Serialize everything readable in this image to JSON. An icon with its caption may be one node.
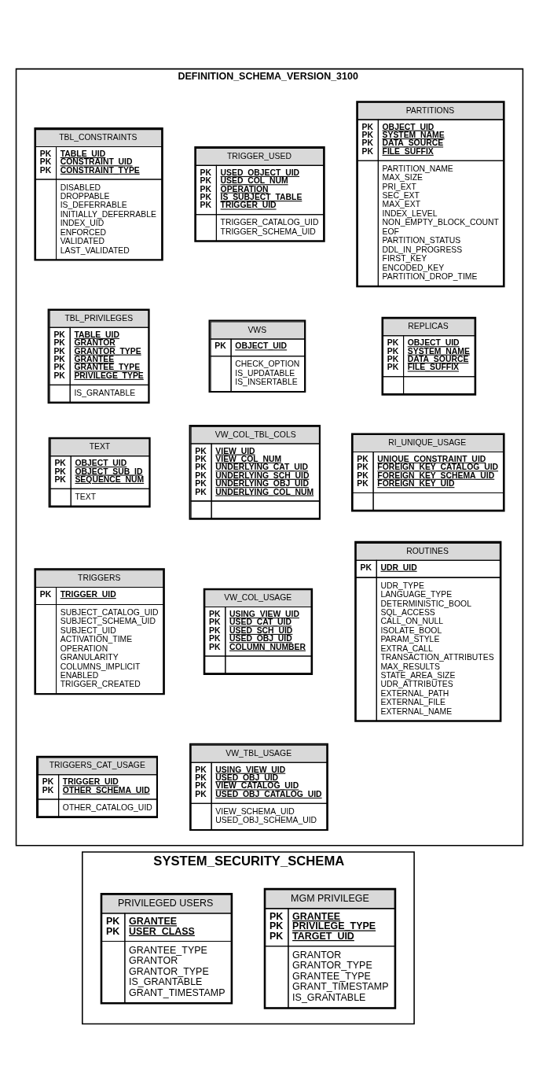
{
  "diagram": {
    "nodes": [
      {
        "text": [
          "DEFINITION_SCHEMA_VERSION_3100"
        ]
      },
      {
        "text": [
          "PARTITIONS",
          "PK PK PK PK",
          "OBJECT_UID SYSTEM_NAME DATA_SOURCE FILE_SUFFIX",
          "PARTITION_NAME MAX_SIZE PRI_EXT SEC_EXT MAX_EXT INDEX_LEVEL NON_EMPTY_BLOCK_COUNT EOF PARTITION_STATUS DDL_IN_PROGRESS FIRST_KEY ENCODED_KEY PARTITION_DROP_TIME"
        ],
        "in": 0
      },
      {
        "text": [
          "REPLICAS",
          "PK PK PK PK",
          "OBJECT_UID SYSTEM_NAME DATA_SOURCE FILE_SUFFIX"
        ],
        "in": 0
      },
      {
        "text": [
          "RI_UNIQUE_USAGE",
          "PK PK PK PK",
          "UNIQUE_CONSTRAINT_UID FOREIGN_KEY_CATALOG_UID FOREIGN_KEY_SCHEMA_UID FOREIGN_KEY_UID"
        ],
        "in": 0
      },
      {
        "text": [
          "ROUTINES",
          "PK",
          "UDR_UID",
          "UDR_TYPE LANGUAGE_TYPE DETERMINISTIC_BOOL SQL_ACCESS CALL_ON_NULL ISOLATE_BOOL PARAM_STYLE EXTRA_CALL TRANSACTION_ATTRIBUTES MAX_RESULTS STATE_AREA_SIZE UDR_ATTRIBUTES EXTERNAL_PATH EXTERNAL_FILE EXTERNAL_NAME"
        ],
        "in": 0
      },
      {
        "text": [
          "TBL_CONSTRAINTS",
          "PK PK PK",
          "TABLE_UID CONSTRAINT_UID CONSTRAINT_TYPE",
          "DISABLED DROPPABLE IS_DEFERRABLE INITIALLY_DEFERRABLE INDEX_UID ENFORCED VALIDATED LAST_VALIDATED"
        ],
        "in": 0
      },
      {
        "text": [
          "TBL_PRIVILEGES",
          "PK PK PK PK PK PK",
          "TABLE_UID GRANTOR GRANTOR_TYPE GRANTEE GRANTEE_TYPE PRIVILEGE_TYPE",
          "IS_GRANTABLE"
        ],
        "in": 0
      },
      {
        "text": [
          "TEXT",
          "PK PK PK",
          "OBJECT_UID OBJECT_SUB_ID SEQUENCE_NUM",
          "TEXT"
        ],
        "in": 0
      },
      {
        "text": [
          "TRIGGERS",
          "PK",
          "TRIGGER_UID",
          "SUBJECT_CATALOG_UID SUBJECT_SCHEMA_UID SUBJECT_UID ACTIVATION_TIME OPERATION GRANULARITY COLUMNS_IMPLICIT ENABLED TRIGGER_CREATED"
        ],
        "in": 0
      },
      {
        "text": [
          "TRIGGERS_CAT_USAGE",
          "PK PK",
          "TRIGGER_UID OTHER_SCHEMA_UID",
          "OTHER_CATALOG_UID"
        ],
        "in": 0
      },
      {
        "text": [
          "TRIGGER_USED",
          "PK PK PK PK PK",
          "USED_OBJECT_UID USED_COL_NUM OPERATION IS_SUBJECT_TABLE TRIGGER_UID",
          "TRIGGER_CATALOG_UID TRIGGER_SCHEMA_UID"
        ],
        "in": 0
      },
      {
        "text": [
          "VWS",
          "PK",
          "OBJECT_UID",
          "CHECK_OPTION IS_UPDATABLE IS_INSERTABLE"
        ],
        "in": 0
      },
      {
        "text": [
          "VW_COL_TBL_COLS",
          "PK PK PK PK PK PK",
          "VIEW_UID VIEW_COL_NUM UNDERLYING_CAT_UID UNDERLYING_SCH_UID UNDERLYING_OBJ_UID UNDERLYING_COL_NUM"
        ],
        "in": 0
      },
      {
        "text": [
          "VW_COL_USAGE",
          "PK PK PK PK PK",
          "USING_VIEW_UID USED_CAT_UID USED_SCH_UID USED_OBJ_UID COLUMN_NUMBER"
        ],
        "in": 0
      },
      {
        "text": [
          "VW_TBL_USAGE",
          "PK PK PK PK",
          "USING_VIEW_UID USED_OBJ_UID VIEW_CATALOG_UID USED_OBJ_CATALOG_UID",
          "VIEW_SCHEMA_UID USED_OBJ_SCHEMA_UID"
        ],
        "in": 0
      },
      {
        "text": [
          "SYSTEM_SECURITY_SCHEMA"
        ]
      },
      {
        "text": [
          "PRIVILEGED USERS",
          "PK PK",
          "GRANTEE USER_CLASS",
          "GRANTEE_TYPE GRANTOR GRANTOR_TYPE IS_GRANTABLE GRANT_TIMESTAMP"
        ],
        "in": 15
      },
      {
        "text": [
          "MGM PRIVILEGE",
          "PK PK PK",
          "GRANTEE PRIVILEGE_TYPE TARGET_UID",
          "GRANTOR GRANTOR_TYPE GRANTEE_TYPE GRANT_TIMESTAMP IS_GRANTABLE"
        ],
        "in": 15
      }
    ],
    "edges": []
  }
}
